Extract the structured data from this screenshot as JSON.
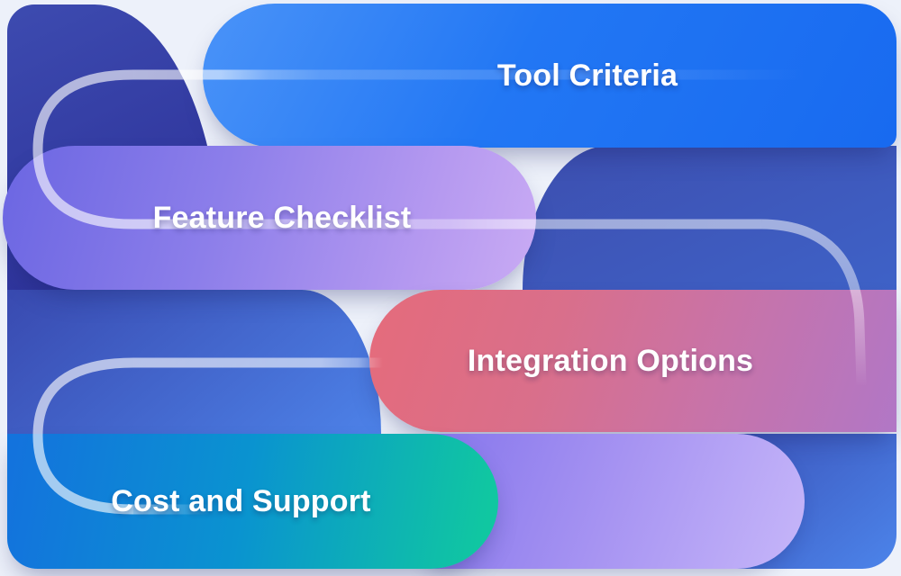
{
  "page": {
    "background_color": "#edf1fa",
    "description": "Decorative tool-selection infographic with four labeled gradient pills"
  },
  "sections": [
    {
      "id": "tool-criteria",
      "label": "Tool Criteria",
      "gradient": [
        "#4a93f8",
        "#186af0"
      ]
    },
    {
      "id": "feature-checklist",
      "label": "Feature Checklist",
      "gradient": [
        "#6b66e2",
        "#c9abf4"
      ]
    },
    {
      "id": "integration-options",
      "label": "Integration Options",
      "gradient": [
        "#e56b7b",
        "#b177c6"
      ]
    },
    {
      "id": "cost-and-support",
      "label": "Cost and Support",
      "gradient": [
        "#1373dd",
        "#10c7a1"
      ]
    }
  ],
  "decor": {
    "accent_pill_gradient": [
      "#8575ec",
      "#c6b6f9"
    ],
    "blob_dark_indigo_gradient": [
      "#3d4bb0",
      "#2a2d95"
    ],
    "blob_blue_gradients": [
      "#3d50b1",
      "#3f69d0",
      "#394ab0",
      "#4d82e8",
      "#394db3",
      "#4c84ea"
    ],
    "loop_line_color": "#ffffff",
    "text_color": "#ffffff"
  }
}
